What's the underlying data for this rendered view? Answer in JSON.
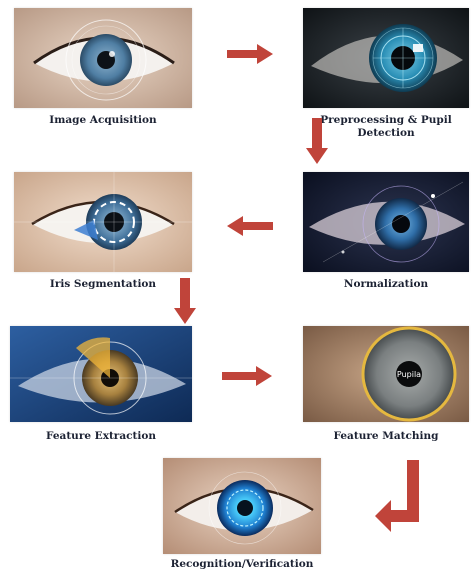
{
  "steps": [
    {
      "label": "Image Acquisition",
      "icon": "eye-photo"
    },
    {
      "label": "Preprocessing & Pupil Detection",
      "icon": "eye-photo"
    },
    {
      "label": "Normalization",
      "icon": "eye-photo"
    },
    {
      "label": "Iris Segmentation",
      "icon": "eye-photo"
    },
    {
      "label": "Feature Extraction",
      "icon": "eye-photo"
    },
    {
      "label": "Feature Matching",
      "icon": "eye-photo",
      "overlay_label": "Pupila"
    },
    {
      "label": "Recognition/Verification",
      "icon": "eye-photo"
    }
  ],
  "colors": {
    "arrow": "#c0443a",
    "caption": "#1c2233"
  }
}
